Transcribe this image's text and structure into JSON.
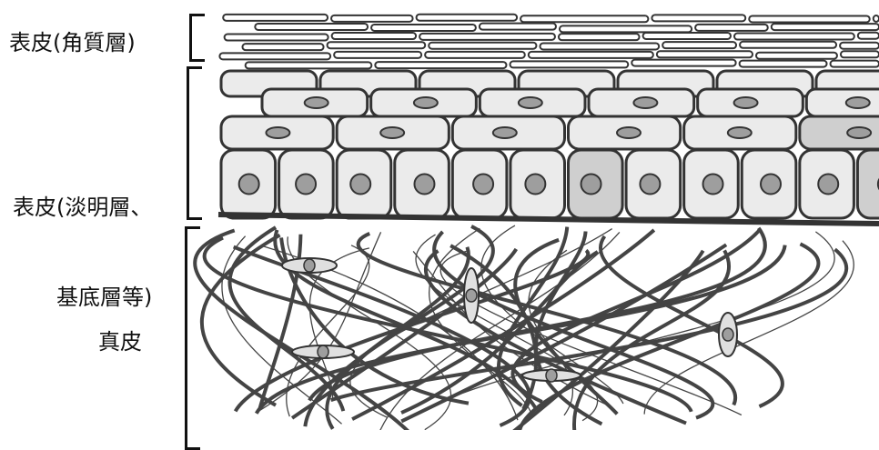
{
  "layers": {
    "stratum_corneum": {
      "label": "表皮(角質層)"
    },
    "epidermis_lower": {
      "label_line1": "表皮(淡明層、",
      "label_line2": "基底層等)"
    },
    "dermis": {
      "label": "真皮"
    }
  },
  "colors": {
    "outline": "#333333",
    "cell_fill": "#ebebeb",
    "nucleus_fill": "#9e9e9e",
    "shaded_cell_fill": "#cfcfcf",
    "fiber": "#444444"
  }
}
